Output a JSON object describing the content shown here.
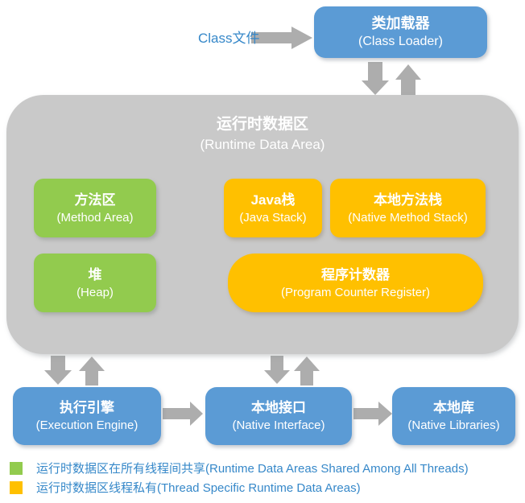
{
  "nodes": {
    "class_file": {
      "label": "Class文件"
    },
    "class_loader": {
      "title": "类加载器",
      "subtitle": "(Class Loader)"
    },
    "runtime_data_area": {
      "title": "运行时数据区",
      "subtitle": "(Runtime Data Area)"
    },
    "method_area": {
      "title": "方法区",
      "subtitle": "(Method Area)"
    },
    "java_stack": {
      "title": "Java栈",
      "subtitle": "(Java Stack)"
    },
    "native_method_stack": {
      "title": "本地方法栈",
      "subtitle": "(Native Method Stack)"
    },
    "heap": {
      "title": "堆",
      "subtitle": "(Heap)"
    },
    "program_counter": {
      "title": "程序计数器",
      "subtitle": "(Program Counter Register)"
    },
    "execution_engine": {
      "title": "执行引擎",
      "subtitle": "(Execution Engine)"
    },
    "native_interface": {
      "title": "本地接口",
      "subtitle": "(Native Interface)"
    },
    "native_libraries": {
      "title": "本地库",
      "subtitle": "(Native Libraries)"
    }
  },
  "legend": {
    "shared": {
      "label": "运行时数据区在所有线程间共享(Runtime Data Areas Shared Among All Threads)",
      "color": "#92CB4E"
    },
    "thread_private": {
      "label": "运行时数据区线程私有(Thread Specific Runtime Data Areas)",
      "color": "#FFC000"
    }
  },
  "colors": {
    "box_blue": "#5B9BD5",
    "box_green": "#92CB4E",
    "box_orange": "#FFC000",
    "runtime_gray": "#C9C9C9",
    "arrow_gray": "#ADADAD",
    "text_blue": "#3688C9",
    "box_text": "#FFFFFF"
  }
}
